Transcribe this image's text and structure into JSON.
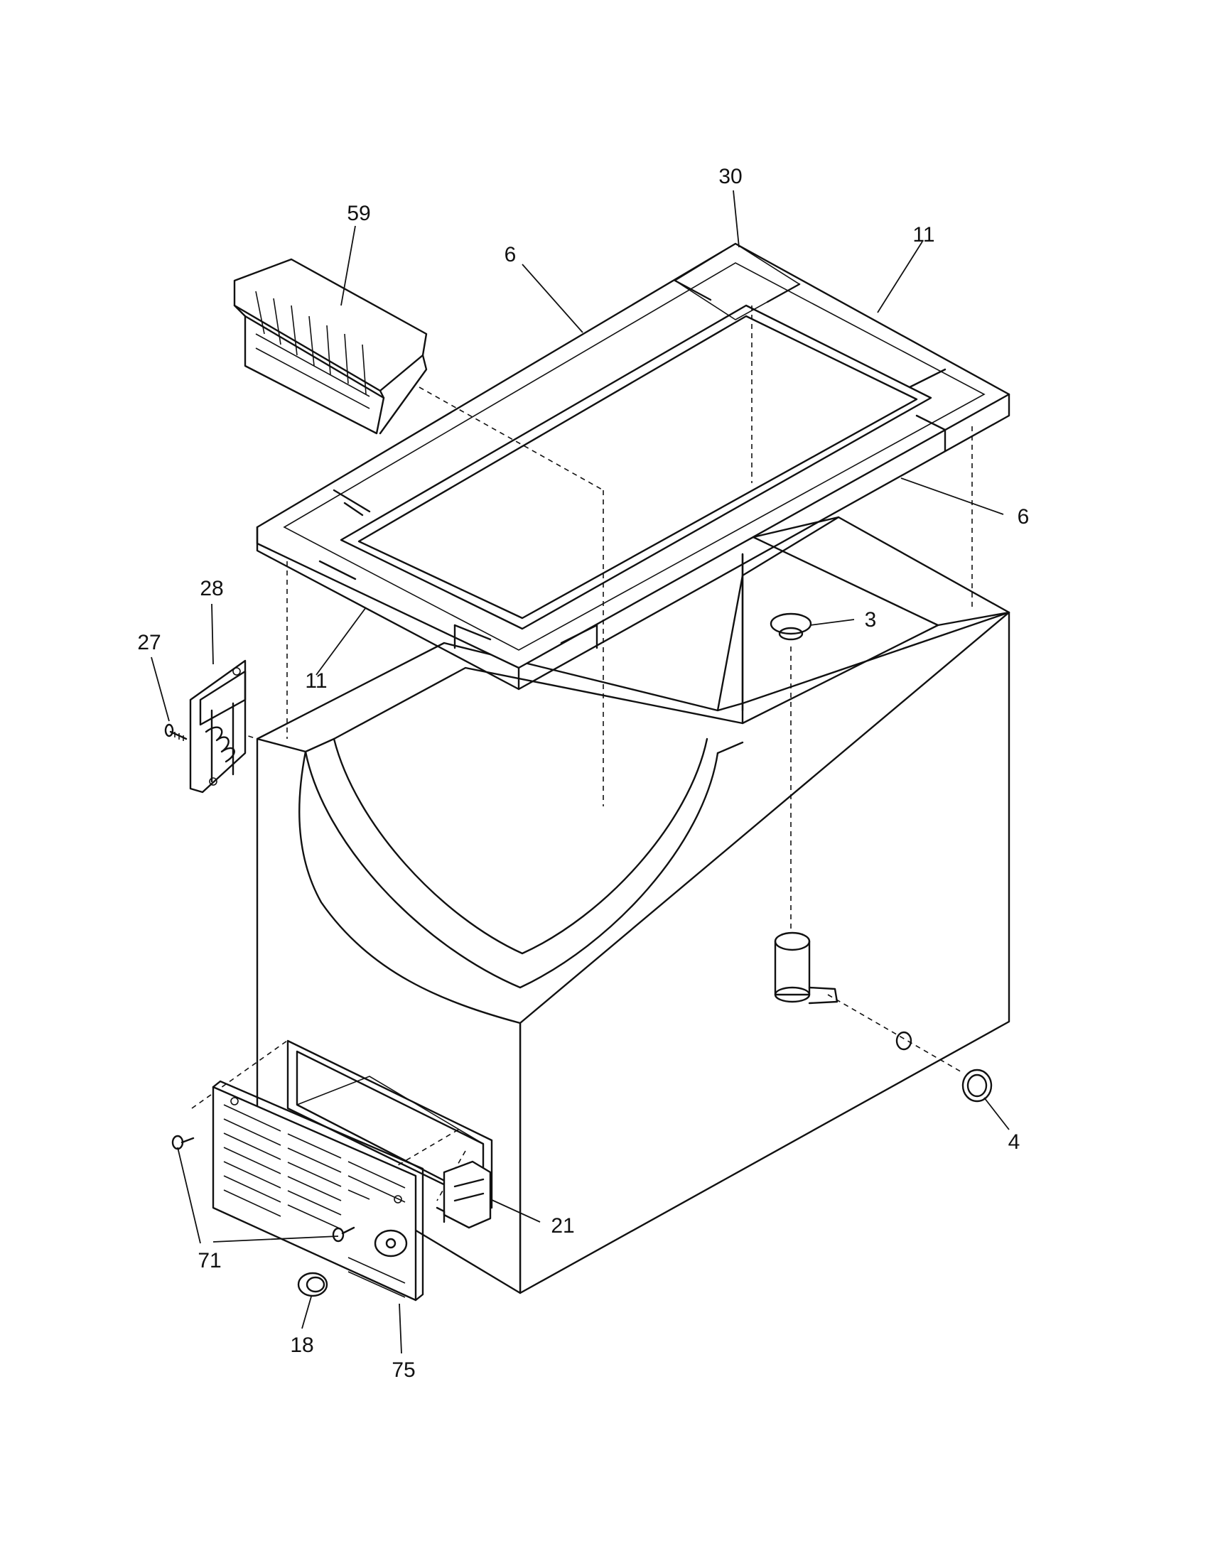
{
  "diagram": {
    "parts": [
      {
        "id": "p59",
        "number": "59"
      },
      {
        "id": "p6a",
        "number": "6"
      },
      {
        "id": "p30",
        "number": "30"
      },
      {
        "id": "p11a",
        "number": "11"
      },
      {
        "id": "p6b",
        "number": "6"
      },
      {
        "id": "p3",
        "number": "3"
      },
      {
        "id": "p28",
        "number": "28"
      },
      {
        "id": "p27",
        "number": "27"
      },
      {
        "id": "p11b",
        "number": "11"
      },
      {
        "id": "p4",
        "number": "4"
      },
      {
        "id": "p21",
        "number": "21"
      },
      {
        "id": "p71",
        "number": "71"
      },
      {
        "id": "p18",
        "number": "18"
      },
      {
        "id": "p75",
        "number": "75"
      }
    ]
  }
}
